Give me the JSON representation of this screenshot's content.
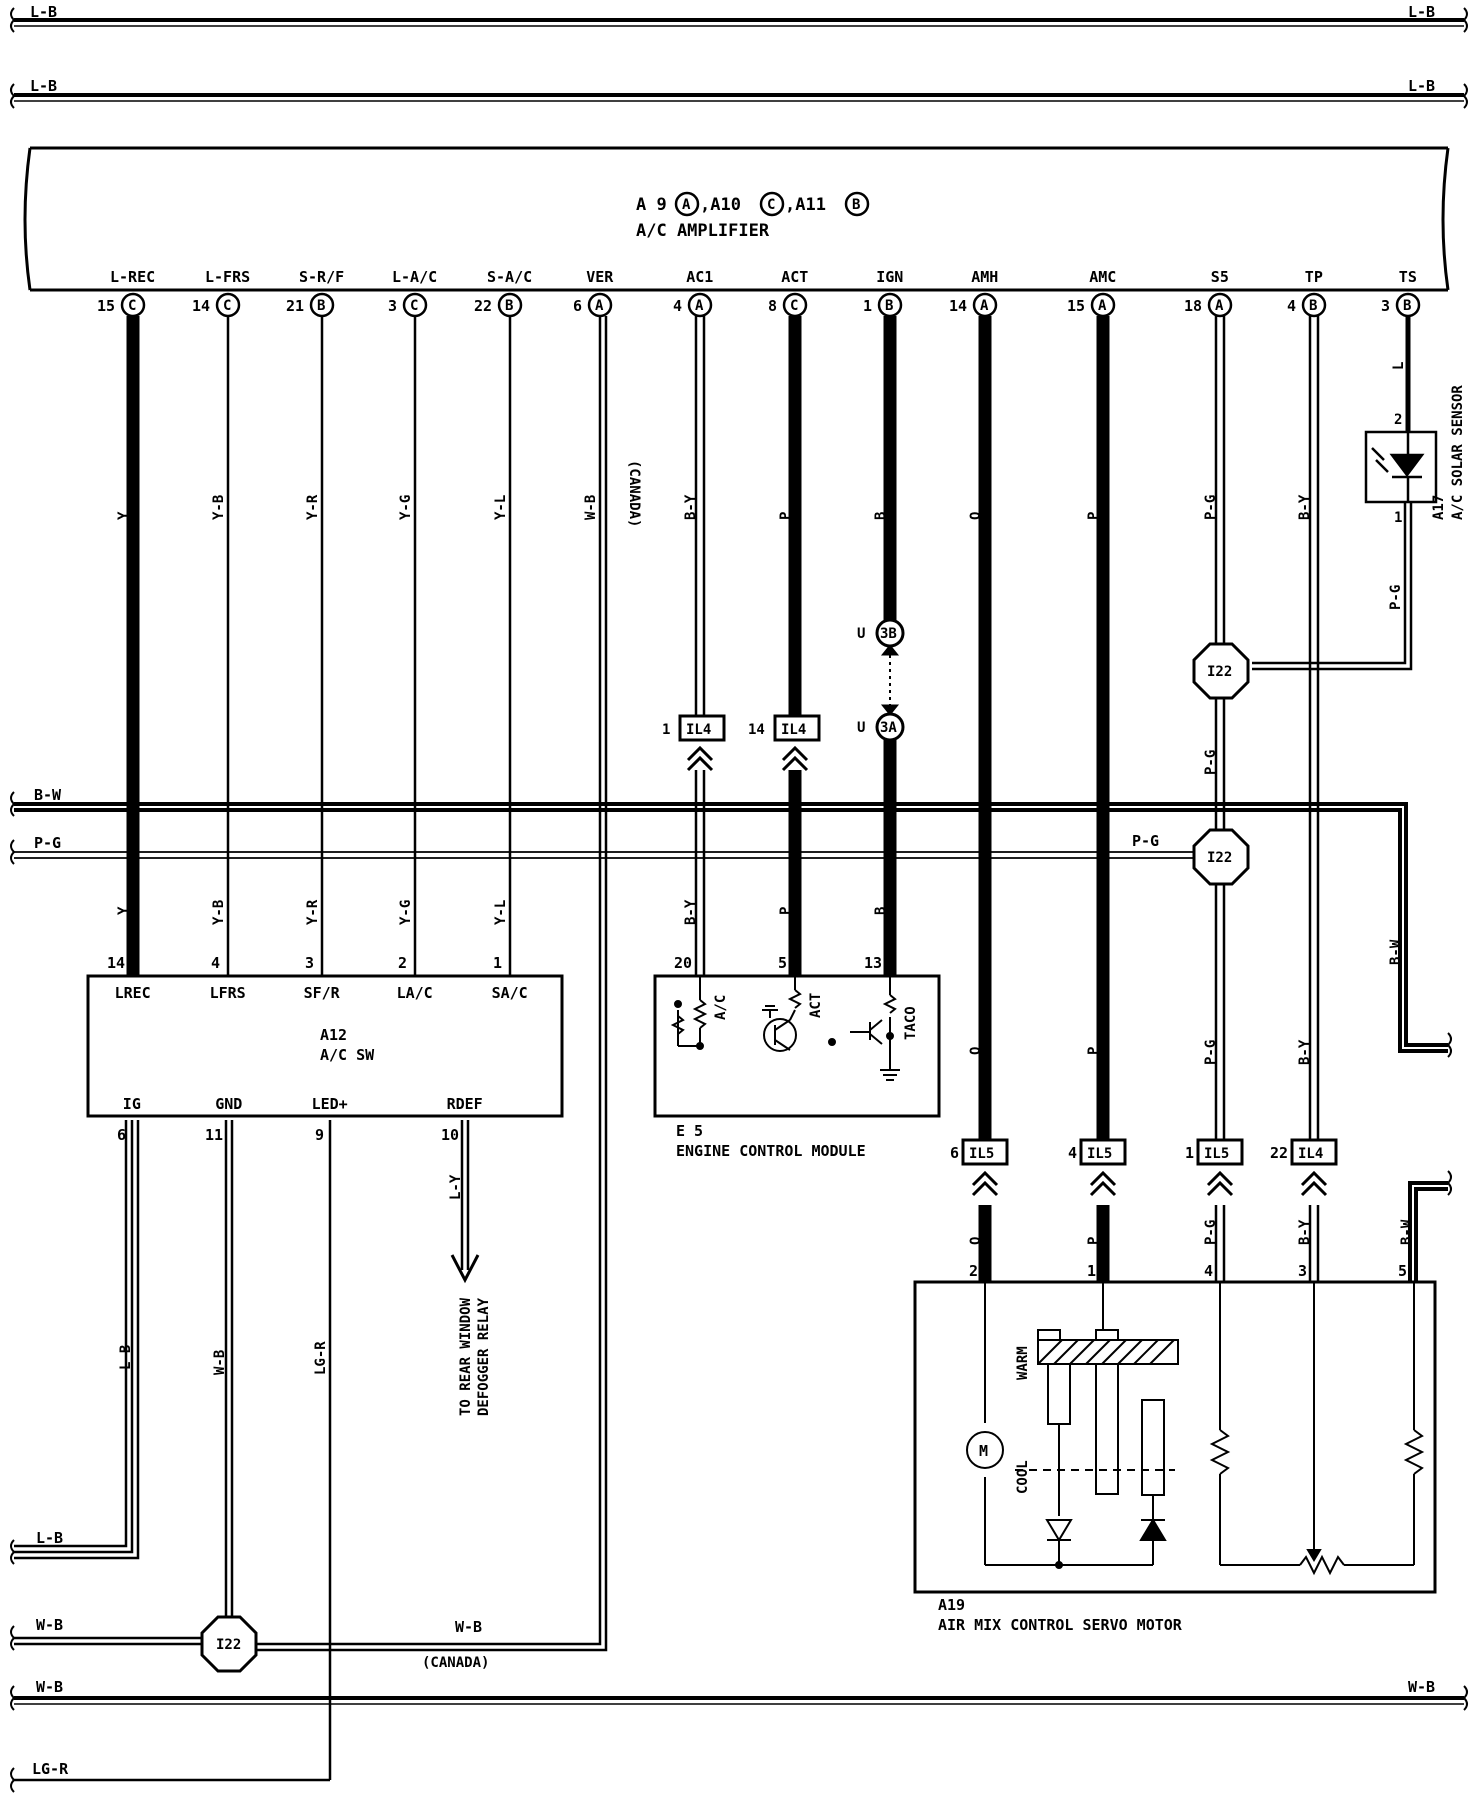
{
  "buses": {
    "top1": "L-B",
    "top2": "L-B",
    "bw": "B-W",
    "pg": "P-G",
    "pg_right": "P-G",
    "lb_bottom": "L-B",
    "wb1": "W-B",
    "wb1_mid": "W-B",
    "wb1_canada": "(CANADA)",
    "wb2": "W-B",
    "lgr": "LG-R"
  },
  "amplifier": {
    "connectors_prefix": "A 9",
    "c1": "A",
    "c2_prefix": ",A10",
    "c2": "C",
    "c3_prefix": ",A11",
    "c3": "B",
    "title": "A/C AMPLIFIER",
    "terminals": [
      {
        "name": "L-REC",
        "pin": "15",
        "conn": "C",
        "wire": "Y"
      },
      {
        "name": "L-FRS",
        "pin": "14",
        "conn": "C",
        "wire": "Y-B"
      },
      {
        "name": "S-R/F",
        "pin": "21",
        "conn": "B",
        "wire": "Y-R"
      },
      {
        "name": "L-A/C",
        "pin": "3",
        "conn": "C",
        "wire": "Y-G"
      },
      {
        "name": "S-A/C",
        "pin": "22",
        "conn": "B",
        "wire": "Y-L"
      },
      {
        "name": "VER",
        "pin": "6",
        "conn": "A",
        "wire": "W-B"
      },
      {
        "name": "AC1",
        "pin": "4",
        "conn": "A",
        "wire": "B-Y"
      },
      {
        "name": "ACT",
        "pin": "8",
        "conn": "C",
        "wire": "P"
      },
      {
        "name": "IGN",
        "pin": "1",
        "conn": "B",
        "wire": "B"
      },
      {
        "name": "AMH",
        "pin": "14",
        "conn": "A",
        "wire": "O"
      },
      {
        "name": "AMC",
        "pin": "15",
        "conn": "A",
        "wire": "P"
      },
      {
        "name": "S5",
        "pin": "18",
        "conn": "A",
        "wire": "P-G"
      },
      {
        "name": "TP",
        "pin": "4",
        "conn": "B",
        "wire": "B-Y"
      },
      {
        "name": "TS",
        "pin": "3",
        "conn": "B",
        "wire": "L"
      }
    ],
    "ver_note": "(CANADA)"
  },
  "solar_sensor": {
    "id": "A17",
    "name": "A/C SOLAR SENSOR",
    "pin_top": "2",
    "pin_bottom": "1",
    "wire_out": "P-G"
  },
  "splices": {
    "s1": "I22",
    "s2": "I22",
    "s3": "I22"
  },
  "ign_connectors": {
    "top": "3B",
    "bottom": "3A",
    "top_u": "U",
    "bottom_u": "U"
  },
  "il4_connectors": [
    {
      "pin": "1",
      "label": "IL4"
    },
    {
      "pin": "14",
      "label": "IL4"
    }
  ],
  "ac_switch": {
    "id": "A12",
    "name": "A/C SW",
    "top_pins": [
      {
        "pin": "14",
        "label": "LREC",
        "wire": "Y"
      },
      {
        "pin": "4",
        "label": "LFRS",
        "wire": "Y-B"
      },
      {
        "pin": "3",
        "label": "SF/R",
        "wire": "Y-R"
      },
      {
        "pin": "2",
        "label": "LA/C",
        "wire": "Y-G"
      },
      {
        "pin": "1",
        "label": "SA/C",
        "wire": "Y-L"
      }
    ],
    "bottom_pins": [
      {
        "pin": "6",
        "label": "IG",
        "wire": "L-B"
      },
      {
        "pin": "11",
        "label": "GND",
        "wire": "W-B"
      },
      {
        "pin": "9",
        "label": "LED+",
        "wire": "LG-R"
      },
      {
        "pin": "10",
        "label": "RDEF",
        "wire": "L-Y"
      }
    ],
    "rdef_note_1": "TO REAR WINDOW",
    "rdef_note_2": "DEFOGGER RELAY"
  },
  "ecm": {
    "id": "E 5",
    "name": "ENGINE CONTROL MODULE",
    "pins": [
      {
        "pin": "20",
        "wire": "B-Y",
        "label": "A/C"
      },
      {
        "pin": "5",
        "wire": "P",
        "label": "ACT"
      },
      {
        "pin": "13",
        "wire": "B",
        "label": "TACO"
      }
    ]
  },
  "servo_connectors": [
    {
      "pin": "6",
      "label": "IL5"
    },
    {
      "pin": "4",
      "label": "IL5"
    },
    {
      "pin": "1",
      "label": "IL5"
    },
    {
      "pin": "22",
      "label": "IL4"
    }
  ],
  "servo": {
    "id": "A19",
    "name": "AIR MIX CONTROL SERVO MOTOR",
    "pins": [
      {
        "pin": "2",
        "wire": "O"
      },
      {
        "pin": "1",
        "wire": "P"
      },
      {
        "pin": "4",
        "wire": "P-G"
      },
      {
        "pin": "3",
        "wire": "B-Y"
      },
      {
        "pin": "5",
        "wire": "B-W"
      }
    ],
    "warm": "WARM",
    "cool": "COOL",
    "motor": "M"
  },
  "wires_mid": {
    "b_w_right": "B-W",
    "amh_low": "O",
    "amc_low": "P",
    "s5_low": "P-G",
    "tp_low": "B-Y"
  }
}
